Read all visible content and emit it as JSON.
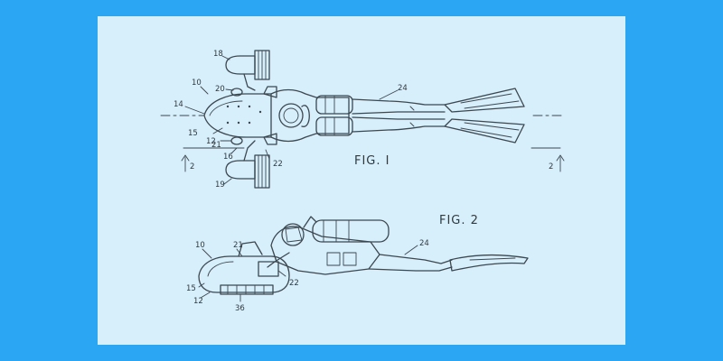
{
  "colors": {
    "background": "#2aa6f2",
    "panel": "#d7eefb",
    "ink": "#3c4850"
  },
  "figures": {
    "fig1": "FIG. I",
    "fig2": "FIG. 2"
  },
  "fig1_refs": {
    "r18": "18",
    "r10": "10",
    "r20": "20",
    "r24": "24",
    "r14": "14",
    "r15": "15",
    "r12": "12",
    "r21": "21",
    "r16": "16",
    "r22": "22",
    "r19": "19",
    "r2a": "2",
    "r2b": "2"
  },
  "fig2_refs": {
    "r10": "10",
    "r21": "21",
    "r24": "24",
    "r15": "15",
    "r12": "12",
    "r22": "22",
    "r36": "36"
  }
}
